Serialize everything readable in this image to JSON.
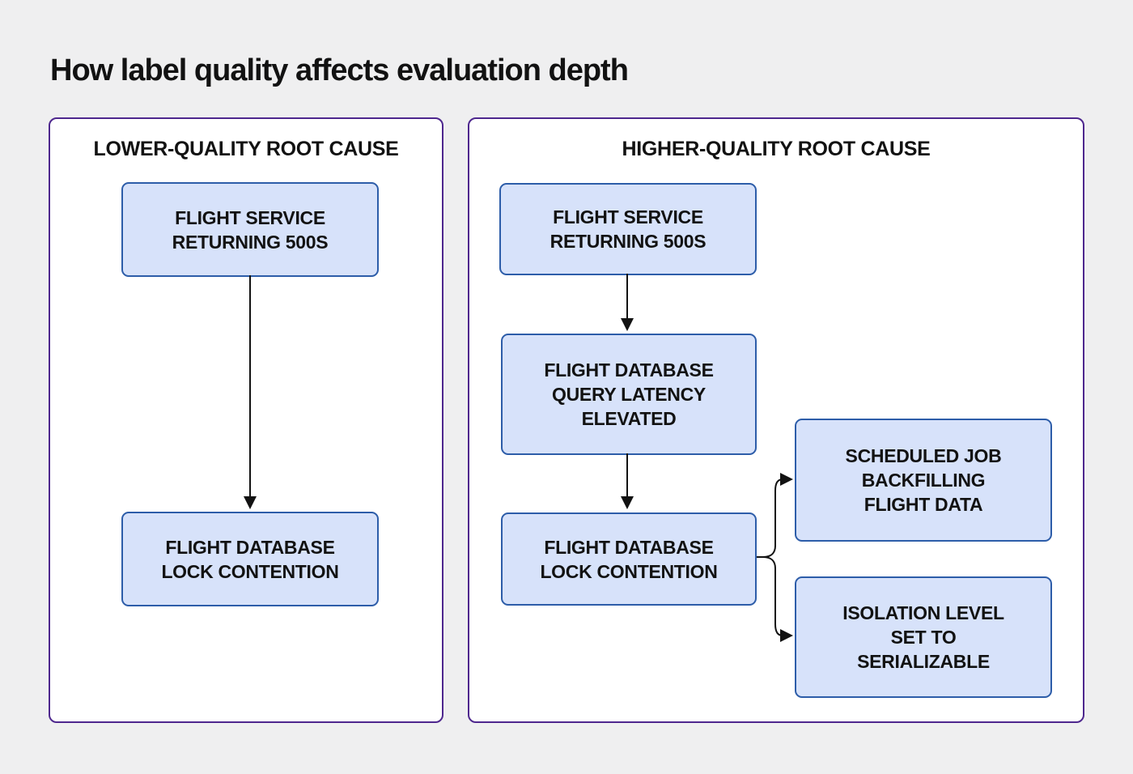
{
  "title": "How label quality affects evaluation depth",
  "colors": {
    "page_background": "#efeff0",
    "panel_background": "#ffffff",
    "panel_border": "#4e278e",
    "node_fill": "#d7e2fa",
    "node_border": "#2d5da9",
    "arrow": "#121212",
    "text": "#121212"
  },
  "panels": {
    "left": {
      "header": "LOWER-QUALITY ROOT CAUSE",
      "boxes": [
        {
          "id": "flight-service-500s",
          "lines": [
            "FLIGHT SERVICE",
            "RETURNING 500S"
          ]
        },
        {
          "id": "flight-db-lock-contention",
          "lines": [
            "FLIGHT DATABASE",
            "LOCK CONTENTION"
          ]
        }
      ],
      "edges": [
        {
          "from": "flight-service-500s",
          "to": "flight-db-lock-contention"
        }
      ]
    },
    "right": {
      "header": "HIGHER-QUALITY ROOT CAUSE",
      "boxes": [
        {
          "id": "flight-service-500s",
          "lines": [
            "FLIGHT SERVICE",
            "RETURNING 500S"
          ]
        },
        {
          "id": "flight-db-query-latency",
          "lines": [
            "FLIGHT DATABASE",
            "QUERY LATENCY",
            "ELEVATED"
          ]
        },
        {
          "id": "flight-db-lock-contention",
          "lines": [
            "FLIGHT DATABASE",
            "LOCK CONTENTION"
          ]
        },
        {
          "id": "scheduled-job-backfilling",
          "lines": [
            "SCHEDULED JOB",
            "BACKFILLING",
            "FLIGHT DATA"
          ]
        },
        {
          "id": "isolation-level-serializable",
          "lines": [
            "ISOLATION LEVEL",
            "SET TO",
            "SERIALIZABLE"
          ]
        }
      ],
      "edges": [
        {
          "from": "flight-service-500s",
          "to": "flight-db-query-latency"
        },
        {
          "from": "flight-db-query-latency",
          "to": "flight-db-lock-contention"
        },
        {
          "from": "flight-db-lock-contention",
          "to": "scheduled-job-backfilling"
        },
        {
          "from": "flight-db-lock-contention",
          "to": "isolation-level-serializable"
        }
      ]
    }
  }
}
